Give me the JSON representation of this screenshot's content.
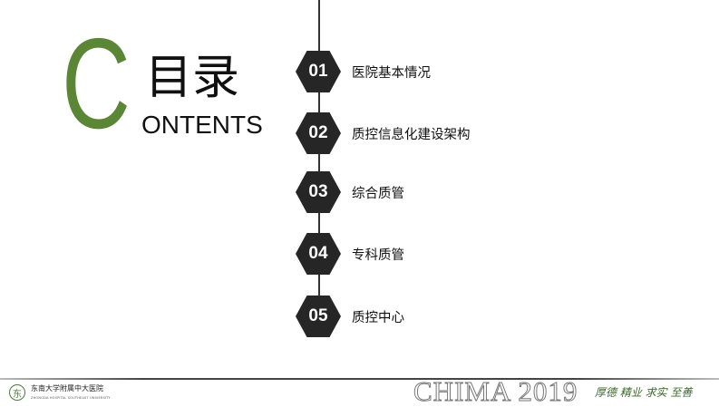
{
  "heading": {
    "big_letter": "C",
    "title": "目录",
    "subtitle": "ONTENTS",
    "accent_color": "#5a8636"
  },
  "items": [
    {
      "num": "01",
      "label": "医院基本情况"
    },
    {
      "num": "02",
      "label": "质控信息化建设架构"
    },
    {
      "num": "03",
      "label": "综合质管"
    },
    {
      "num": "04",
      "label": "专科质管"
    },
    {
      "num": "05",
      "label": "质控中心"
    }
  ],
  "footer": {
    "logo_icon": "hospital-emblem-icon",
    "logo_glyph": "东",
    "hospital_name": "东南大学附属中大医院",
    "hospital_name_en": "ZHONGDA HOSPITAL SOUTHEAST UNIVERSITY",
    "event": "CHIMA 2019",
    "motto": "厚德 精业 求实 至善"
  }
}
